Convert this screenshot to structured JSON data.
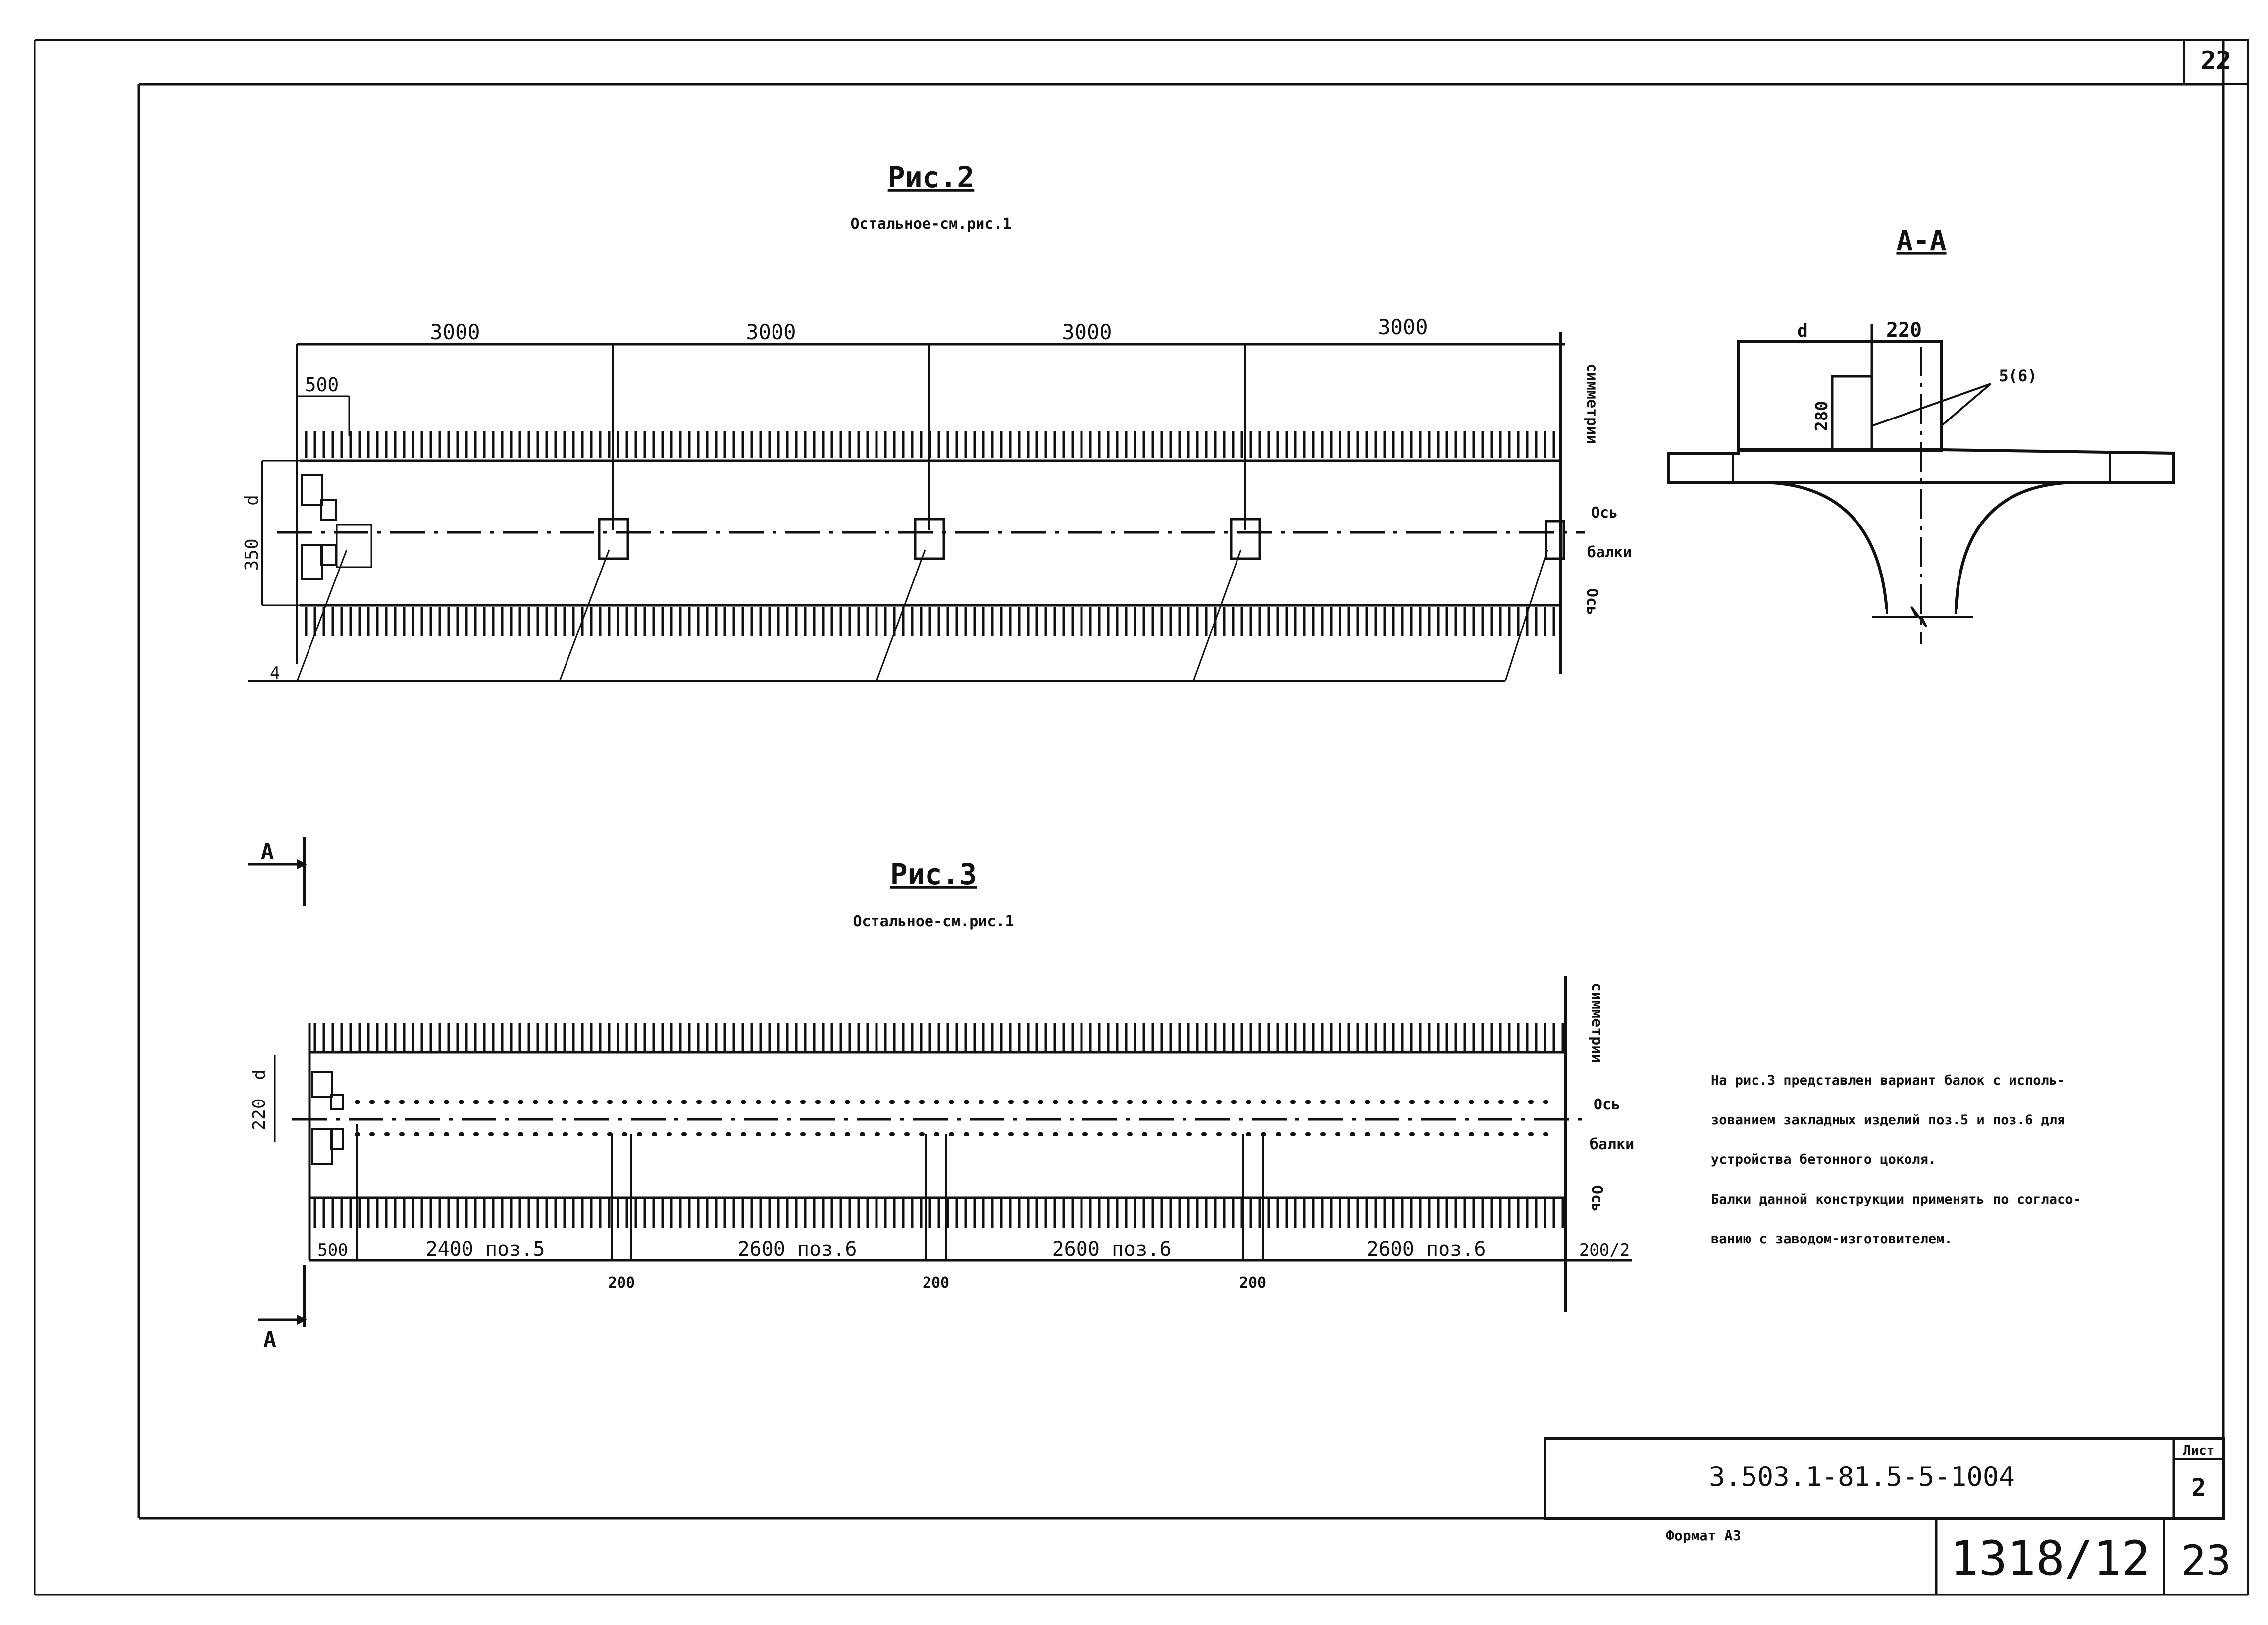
{
  "corner_sheet_number": "22",
  "figure2": {
    "title": "Рис.2",
    "subtitle": "Остальное-см.рис.1",
    "top_dims": [
      "3000",
      "3000",
      "3000",
      "3000"
    ],
    "left_dim": "500",
    "side_dim_a": "350",
    "side_dim_b": "d",
    "callout": "4",
    "axis_label_symmetry": "симметрии",
    "axis_label_os": "Ось",
    "axis_label_beam": "балки",
    "axis_label_os2": "Ось"
  },
  "section_aa": {
    "title": "А-А",
    "dim_d": "d",
    "dim_220": "220",
    "dim_280": "280",
    "callout": "5(6)"
  },
  "cut_marks": {
    "top": "А",
    "bottom": "А"
  },
  "figure3": {
    "title": "Рис.3",
    "subtitle": "Остальное-см.рис.1",
    "side_dim_a": "220",
    "side_dim_b": "d",
    "bottom_dims": [
      "500",
      "2400 поз.5",
      "2600 поз.6",
      "2600 поз.6",
      "2600 поз.6",
      "200/2"
    ],
    "gap_dims": [
      "200",
      "200",
      "200"
    ],
    "axis_label_symmetry": "симметрии",
    "axis_label_os": "Ось",
    "axis_label_beam": "балки",
    "axis_label_os2": "Ось"
  },
  "notes": [
    "На рис.3 представлен вариант балок с исполь-",
    "зованием закладных изделий поз.5 и поз.6 для",
    "устройства бетонного цоколя.",
    "Балки данной конструкции применять по согласо-",
    "ванию с заводом-изготовителем."
  ],
  "title_block": {
    "code": "3.503.1-81.5-5-1004",
    "sheet_label": "Лист",
    "sheet_value": "2"
  },
  "footer": {
    "format": "Формат А3",
    "stamp": "1318/12",
    "page": "23"
  }
}
